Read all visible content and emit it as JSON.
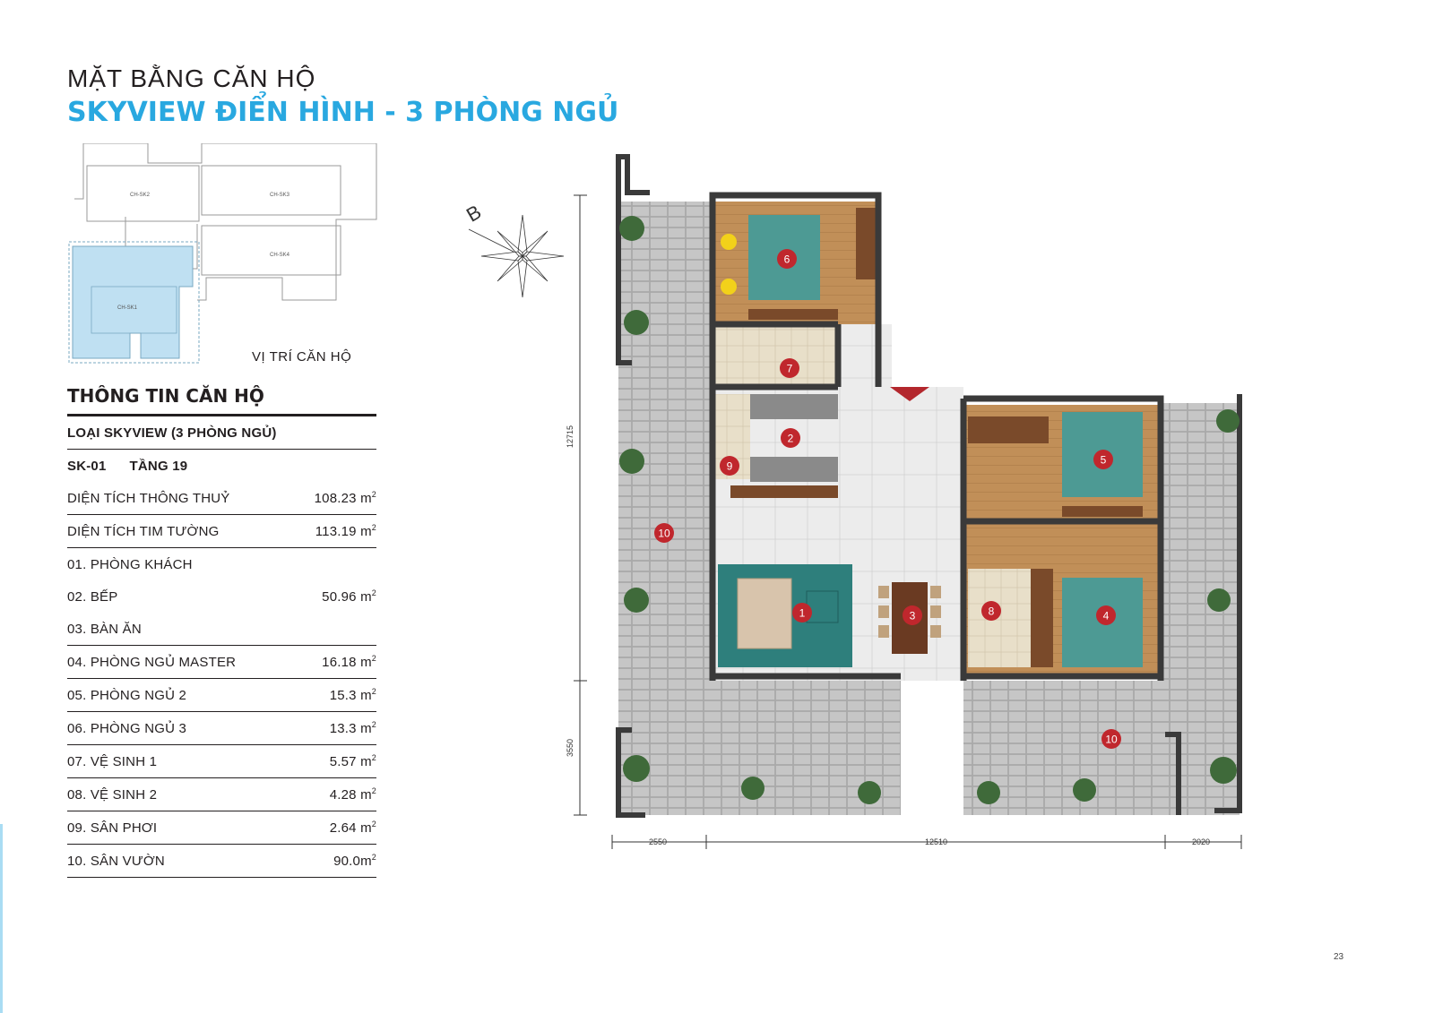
{
  "header": {
    "title_line1": "MẶT BẰNG CĂN HỘ",
    "title_line2": "SKYVIEW ĐIỂN HÌNH - 3 PHÒNG NGỦ"
  },
  "keyplan": {
    "units": [
      "CH-SK2",
      "CH-SK3",
      "CH-SK4",
      "CH-SK1"
    ],
    "label": "VỊ TRÍ CĂN HỘ",
    "highlight_color": "#bfe0f2"
  },
  "info": {
    "title": "THÔNG TIN CĂN HỘ",
    "type": "LOẠI SKYVIEW (3 PHÒNG NGỦ)",
    "code": "SK-01",
    "floor": "TẦNG 19",
    "rows": [
      {
        "label": "DIỆN TÍCH THÔNG THUỶ",
        "value": "108.23 m",
        "sup": "2",
        "line": true
      },
      {
        "label": "DIỆN TÍCH TIM TƯỜNG",
        "value": "113.19 m",
        "sup": "2",
        "line": true
      },
      {
        "label": "01. PHÒNG KHÁCH",
        "value": "",
        "sup": "",
        "line": false
      },
      {
        "label": "02. BẾP",
        "value": "50.96  m",
        "sup": "2",
        "line": false
      },
      {
        "label": "03. BÀN ĂN",
        "value": "",
        "sup": "",
        "line": true
      },
      {
        "label": "04. PHÒNG NGỦ MASTER",
        "value": "16.18 m",
        "sup": "2",
        "line": true
      },
      {
        "label": "05. PHÒNG NGỦ 2",
        "value": "15.3 m",
        "sup": "2",
        "line": true
      },
      {
        "label": "06. PHÒNG NGỦ 3",
        "value": "13.3 m",
        "sup": "2",
        "line": true
      },
      {
        "label": "07. VỆ SINH 1",
        "value": "5.57 m",
        "sup": "2",
        "line": true
      },
      {
        "label": "08. VỆ SINH 2",
        "value": "4.28 m",
        "sup": "2",
        "line": true
      },
      {
        "label": "09. SÂN PHƠI",
        "value": "2.64 m",
        "sup": "2",
        "line": true
      },
      {
        "label": "10. SÂN VƯỜN",
        "value": "90.0m",
        "sup": "2",
        "line": true
      }
    ]
  },
  "plan": {
    "compass_letter": "B",
    "dimensions": {
      "vertical": [
        "12715",
        "3550"
      ],
      "horizontal": [
        "2550",
        "12510",
        "2020"
      ]
    },
    "room_markers": [
      "1",
      "2",
      "3",
      "4",
      "5",
      "6",
      "7",
      "8",
      "9",
      "10",
      "10"
    ],
    "colors": {
      "marker": "#c0272d",
      "wall": "#3a3a3a",
      "terrace": "#b9b9b9",
      "wood": "#b98a55",
      "tile": "#e6e6e6",
      "accent": "#29a8e0"
    }
  },
  "page_number": "23"
}
